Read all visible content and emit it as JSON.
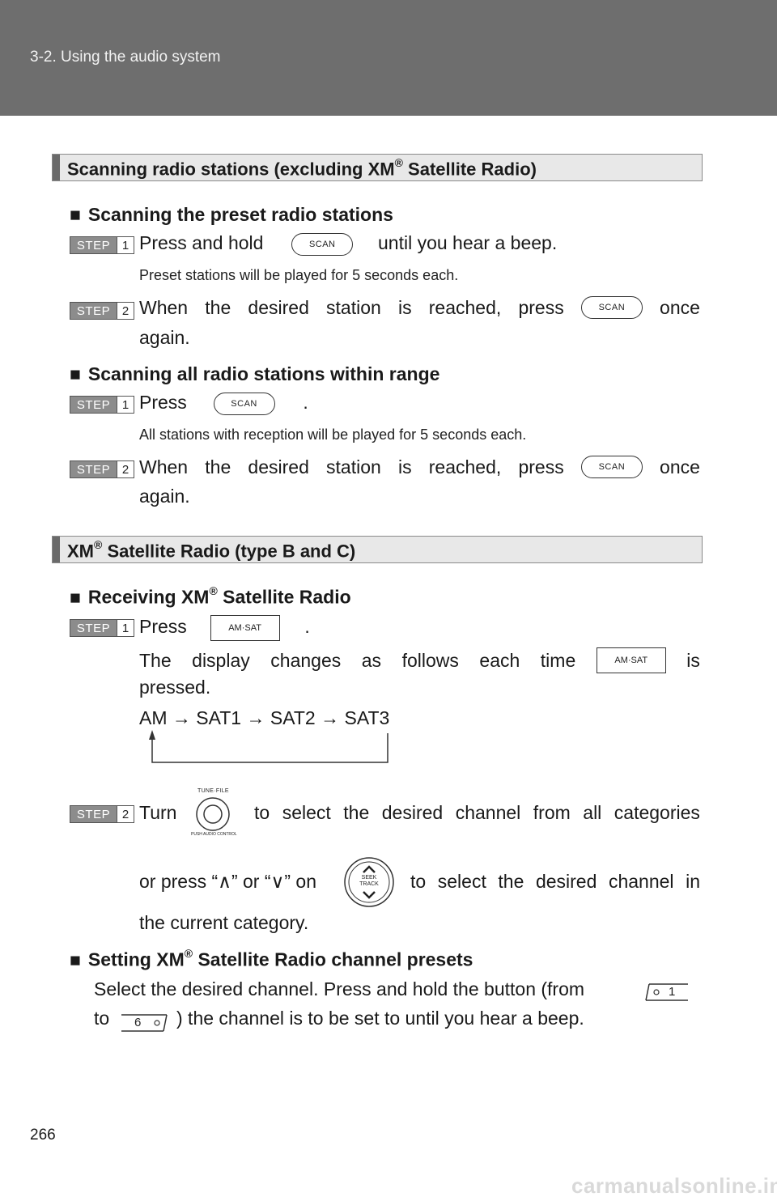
{
  "header": {
    "title": "3-2. Using the audio system"
  },
  "page_number": "266",
  "section1": {
    "title": "Scanning radio stations (excluding XM",
    "reg": "®",
    "title_tail": " Satellite Radio)",
    "preset": {
      "heading_bullet": "■",
      "heading": "Scanning the preset radio stations",
      "step1": {
        "label": "STEP",
        "num": "1",
        "before": "Press and hold",
        "button": "SCAN",
        "after": "until you hear a beep.",
        "note": "Preset stations will be played for 5 seconds each."
      },
      "step2": {
        "label": "STEP",
        "num": "2",
        "words": [
          "When",
          "the",
          "desired",
          "station",
          "is",
          "reached,",
          "press"
        ],
        "button": "SCAN",
        "after": "once",
        "line2": "again."
      }
    },
    "all": {
      "heading_bullet": "■",
      "heading": "Scanning all radio stations within range",
      "step1": {
        "label": "STEP",
        "num": "1",
        "before": "Press",
        "button": "SCAN",
        "after": ".",
        "note": "All stations with reception will be played for 5 seconds each."
      },
      "step2": {
        "label": "STEP",
        "num": "2",
        "words": [
          "When",
          "the",
          "desired",
          "station",
          "is",
          "reached,",
          "press"
        ],
        "button": "SCAN",
        "after": "once",
        "line2": "again."
      }
    }
  },
  "section2": {
    "title": "XM",
    "reg": "®",
    "title_tail": " Satellite Radio (type B and C)",
    "receiving": {
      "heading_bullet": "■",
      "heading": "Receiving XM",
      "reg": "®",
      "heading_tail": " Satellite Radio",
      "step1": {
        "label": "STEP",
        "num": "1",
        "before": "Press",
        "button": "AM·SAT",
        "after": ".",
        "line2_words": [
          "The",
          "display",
          "changes",
          "as",
          "follows",
          "each",
          "time"
        ],
        "line2_button": "AM·SAT",
        "line2_after": "is",
        "line3": "pressed.",
        "sequence": "AM → SAT1 → SAT2 → SAT3"
      },
      "step2": {
        "label": "STEP",
        "num": "2",
        "turn": "Turn",
        "knob_top": "TUNE·FILE",
        "knob_bottom": "PUSH AUDIO CONTROL",
        "turn_after_words": [
          "to",
          "select",
          "the",
          "desired",
          "channel",
          "from",
          "all",
          "categories"
        ],
        "or_press": "or press “∧” or “∨” on",
        "seek_label_1": "SEEK",
        "seek_label_2": "TRACK",
        "or_after": "to select the desired channel in",
        "line3": "the current category."
      }
    },
    "presets": {
      "heading_bullet": "■",
      "heading": "Setting XM",
      "reg": "®",
      "heading_tail": " Satellite Radio channel presets",
      "line1": "Select the desired channel. Press and hold the button (from",
      "button1": "1",
      "line2_before": "to",
      "button6": "6",
      "line2_after": ") the channel is to be set to until you hear a beep."
    }
  },
  "watermark": "carmanualsonline.info"
}
